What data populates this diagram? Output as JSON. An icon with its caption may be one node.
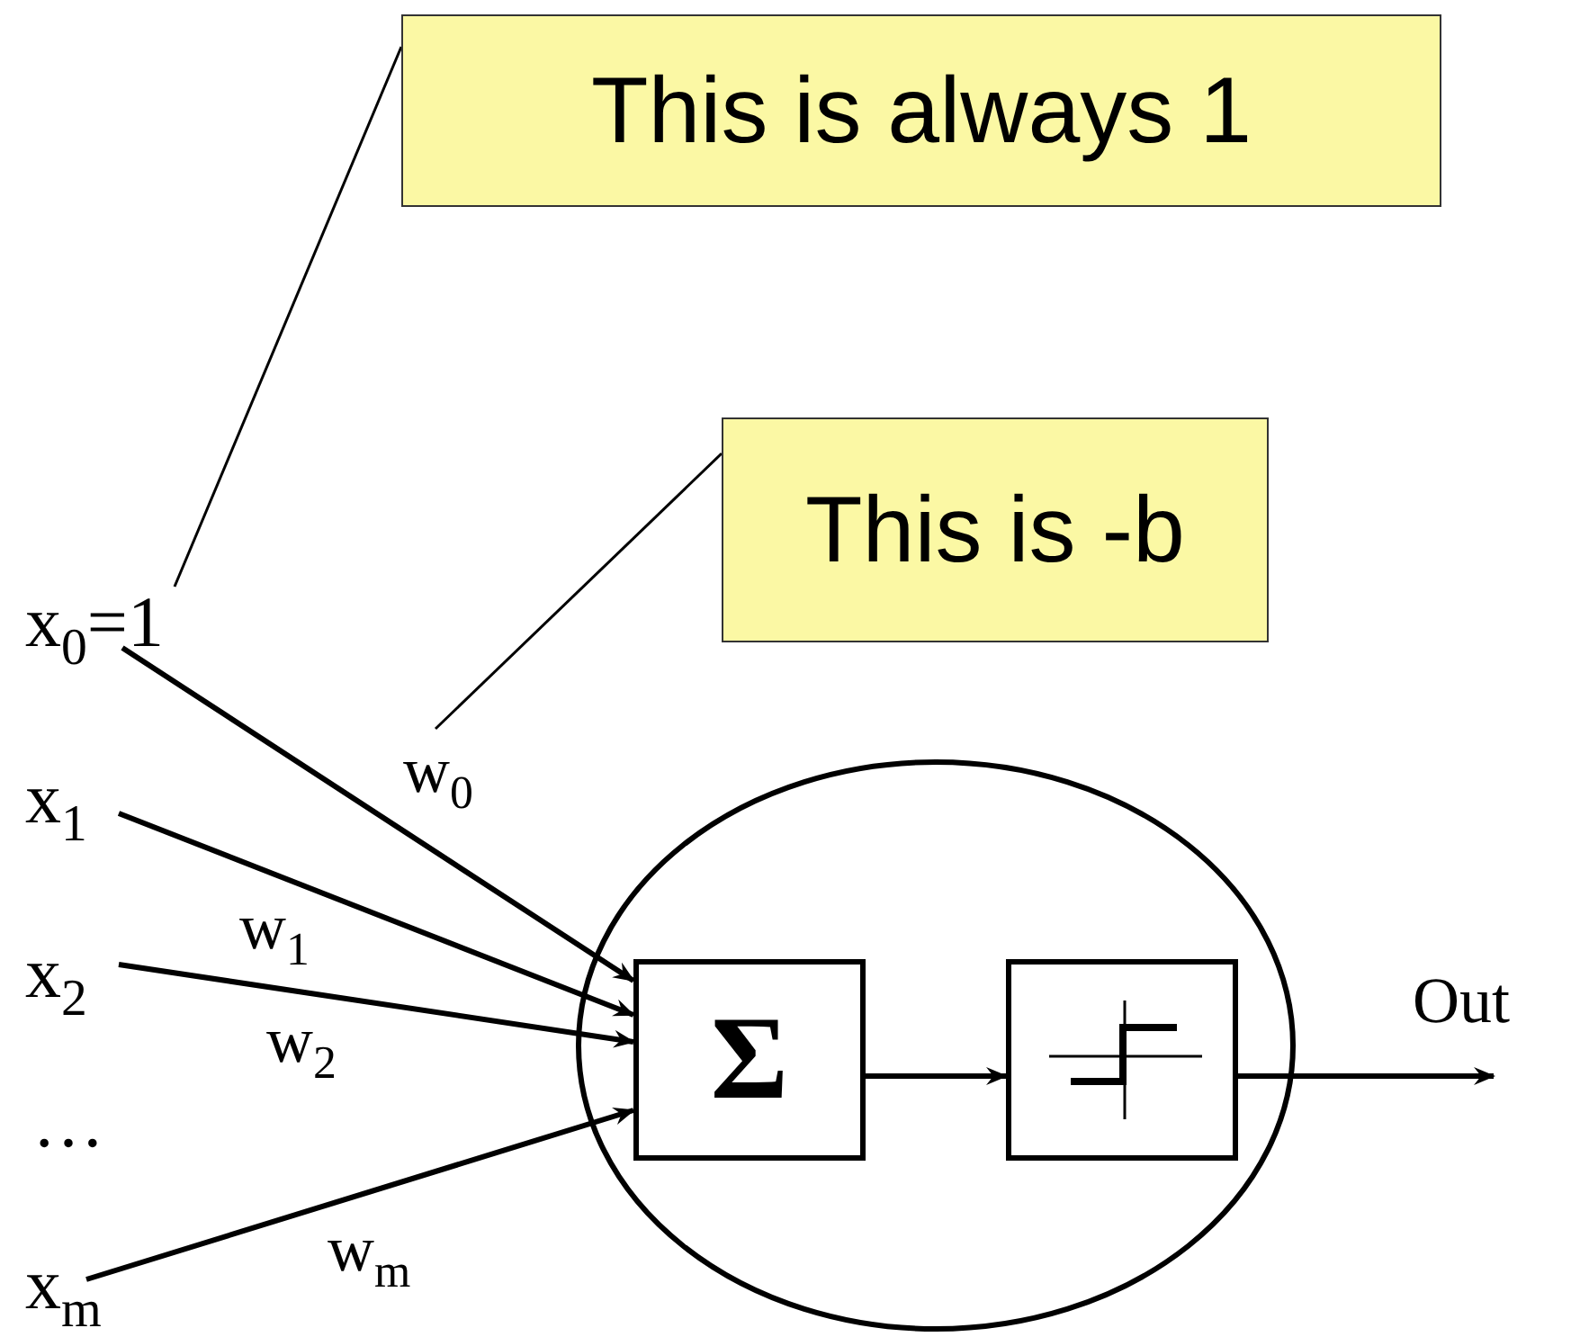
{
  "diagram": {
    "nodes": [
      {
        "text": [
          "This is always 1"
        ]
      },
      {
        "text": [
          "This is -b"
        ]
      },
      {
        "text": [
          "x$_{0}$=1"
        ]
      },
      {
        "text": [
          "x$_{1}$"
        ]
      },
      {
        "text": [
          "x$_{2}$"
        ]
      },
      {
        "text": [
          "x$_{m}$"
        ]
      },
      {
        "text": [],
        "shape": "circle"
      },
      {
        "text": [
          "Σ"
        ],
        "in": 6
      },
      {
        "text": [],
        "shape": "box",
        "in": 6
      }
    ],
    "edges": [
      {
        "from": 0,
        "to": 2,
        "arrow": "none"
      },
      {
        "from": 1,
        "to": null,
        "arrow": "none"
      },
      {
        "from": 2,
        "to": 7,
        "arrow": "to",
        "label": "w$_{0}$"
      },
      {
        "from": 3,
        "to": 7,
        "arrow": "to",
        "label": "w$_{1}$"
      },
      {
        "from": 4,
        "to": 7,
        "arrow": "to",
        "label": "w$_{2}$"
      },
      {
        "from": 5,
        "to": 7,
        "arrow": "to",
        "label": "w$_{m}$"
      },
      {
        "from": 7,
        "to": 8,
        "arrow": "to"
      },
      {
        "from": 8,
        "to": null,
        "arrow": "to",
        "label": "Out"
      }
    ],
    "labels": [
      "…"
    ]
  }
}
